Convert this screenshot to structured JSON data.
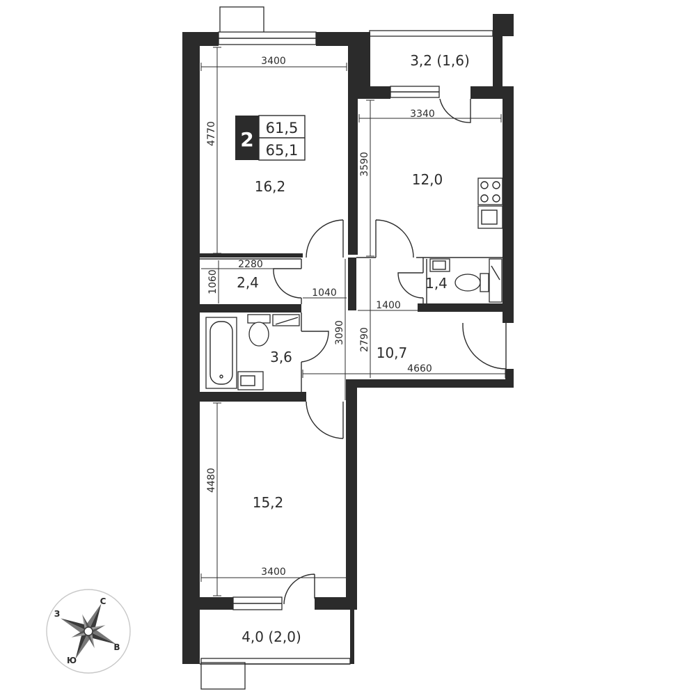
{
  "badge": {
    "rooms": "2",
    "living_area": "61,5",
    "total_area": "65,1"
  },
  "rooms": {
    "bedroom_top": "16,2",
    "bedroom_bottom": "15,2",
    "kitchen": "12,0",
    "hall": "10,7",
    "bathroom": "3,6",
    "wc": "1,4",
    "storage": "2,4",
    "balcony_top": "3,2 (1,6)",
    "balcony_bottom": "4,0 (2,0)"
  },
  "dimensions": {
    "bedroom_top_width": "3400",
    "bedroom_top_depth": "4770",
    "kitchen_width": "3340",
    "kitchen_depth": "3590",
    "storage_width": "2280",
    "storage_depth": "1060",
    "corridor_width": "1040",
    "corridor_length": "3090",
    "wc_width": "1400",
    "hall_depth": "2790",
    "hall_width": "4660",
    "bedroom_bottom_depth": "4480",
    "bedroom_bottom_width": "3400"
  },
  "compass": {
    "north": "С",
    "west": "З",
    "east": "В",
    "south": "Ю"
  }
}
